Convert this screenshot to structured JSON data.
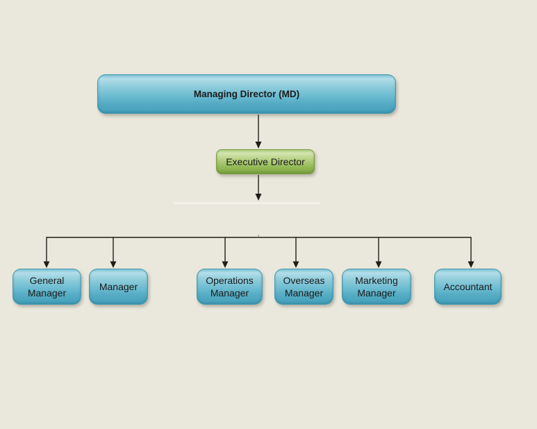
{
  "colors": {
    "bg": "#eae8dc",
    "line": "#1e1e18",
    "text": "#1b1b1b",
    "blue_light": "#b2dee9",
    "blue_mid": "#6cbcd1",
    "blue_dark": "#46a1bb",
    "blue_border": "#4a9ab1",
    "green_light": "#d3e5ae",
    "green_mid": "#aecb79",
    "green_dark": "#7ea743",
    "green_border": "#7b9c47"
  },
  "org_chart": {
    "root": {
      "label": "Managing Director (MD)",
      "color": "#6cbcd1"
    },
    "level2": {
      "label": "Executive Director",
      "color": "#aecb79"
    },
    "level3": [
      {
        "label": "General Manager"
      },
      {
        "label": "Manager"
      },
      {
        "label": "Operations Manager"
      },
      {
        "label": "Overseas Manager"
      },
      {
        "label": "Marketing Manager"
      },
      {
        "label": "Accountant"
      }
    ]
  }
}
